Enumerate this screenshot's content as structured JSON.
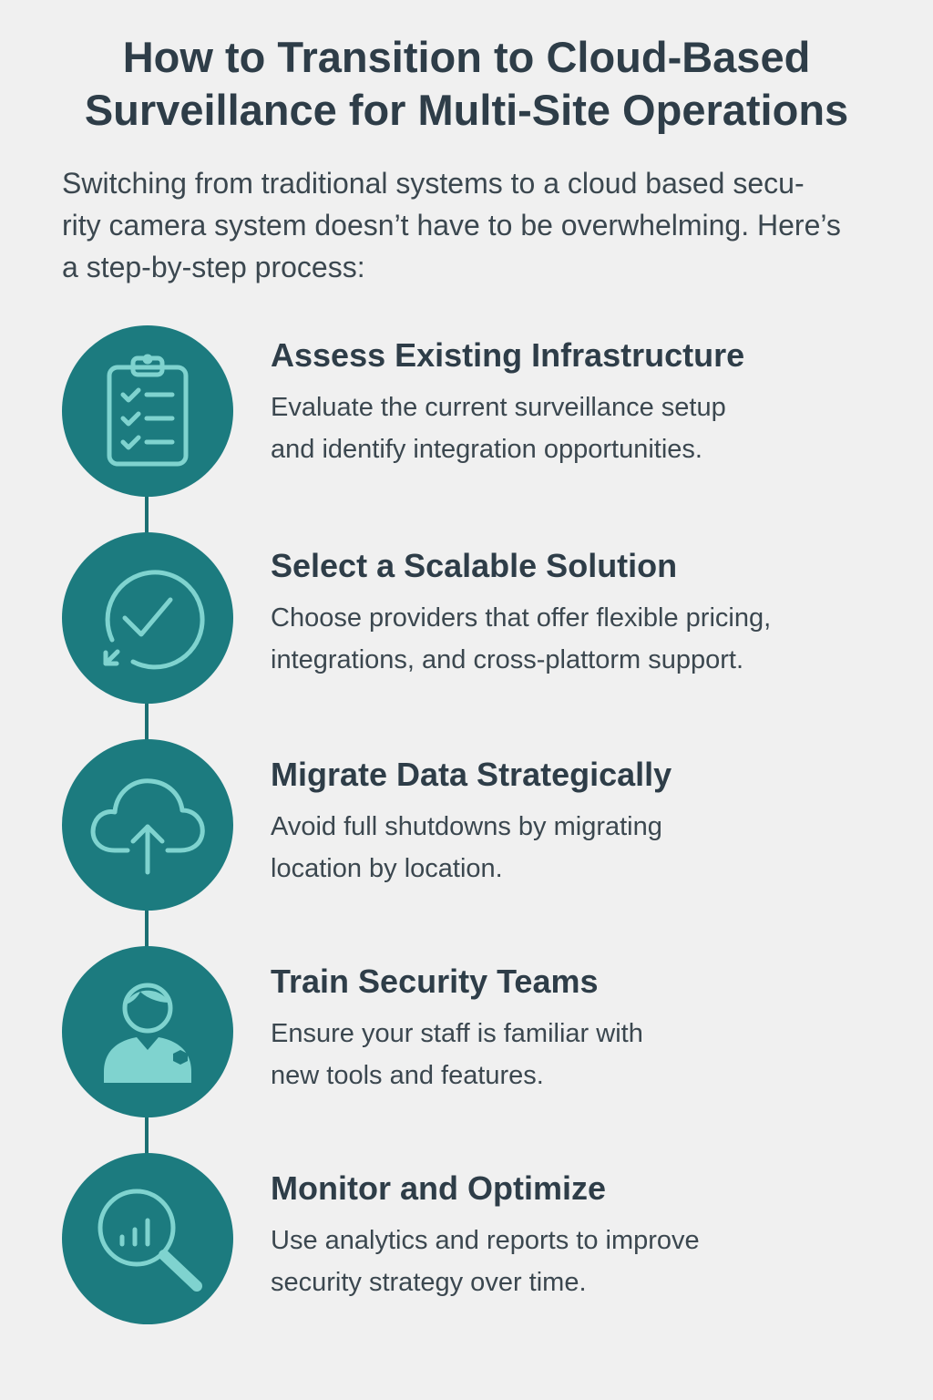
{
  "header": {
    "title_line1": "How to Transition to Cloud-Based",
    "title_line2": "Surveillance for Multi-Site Operations",
    "intro_line1": "Switching from traditional systems to a cloud based secu-",
    "intro_line2": "rity camera system doesn’t have to be overwhelming. Here’s",
    "intro_line3": "a step-by-step process:"
  },
  "steps": [
    {
      "icon": "clipboard-checklist-icon",
      "title": "Assess Existing Infrastructure",
      "desc_line1": "Evaluate the current surveillance setup",
      "desc_line2": "and identify integration opportunities."
    },
    {
      "icon": "circular-check-icon",
      "title": "Select a Scalable Solution",
      "desc_line1": "Choose providers that offer flexible pricing,",
      "desc_line2": "integrations, and cross-plattorm support."
    },
    {
      "icon": "cloud-upload-icon",
      "title": "Migrate Data Strategically",
      "desc_line1": "Avoid full shutdowns by migrating",
      "desc_line2": "location by location."
    },
    {
      "icon": "security-staff-icon",
      "title": "Train Security Teams",
      "desc_line1": "Ensure your staff is familiar with",
      "desc_line2": "new tools and features."
    },
    {
      "icon": "analytics-magnifier-icon",
      "title": "Monitor and Optimize",
      "desc_line1": "Use analytics and reports to improve",
      "desc_line2": "security strategy over time."
    }
  ],
  "colors": {
    "background": "#f0f0f0",
    "circle": "#1c7b7f",
    "icon": "#7fd3cf",
    "connector": "#1b6f73",
    "heading": "#2e3d48",
    "body_text": "#3b474f"
  }
}
